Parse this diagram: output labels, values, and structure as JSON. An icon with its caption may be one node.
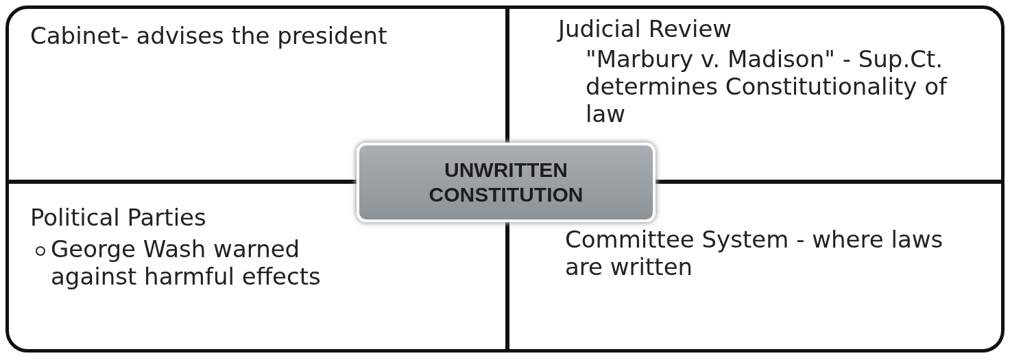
{
  "diagram": {
    "nodes": [
      {
        "text": [
          "Cabinet- advises the president"
        ]
      },
      {
        "text": [
          "Judicial Review",
          "\"Marbury v. Madison\" - Sup.Ct. determines Constitutionality of law"
        ]
      },
      {
        "text": [
          "UNWRITTEN CONSTITUTION"
        ]
      },
      {
        "text": [
          "Political Parties",
          "George Wash warned against harmful effects"
        ]
      },
      {
        "text": [
          "Committee System - where laws are written"
        ]
      }
    ]
  }
}
